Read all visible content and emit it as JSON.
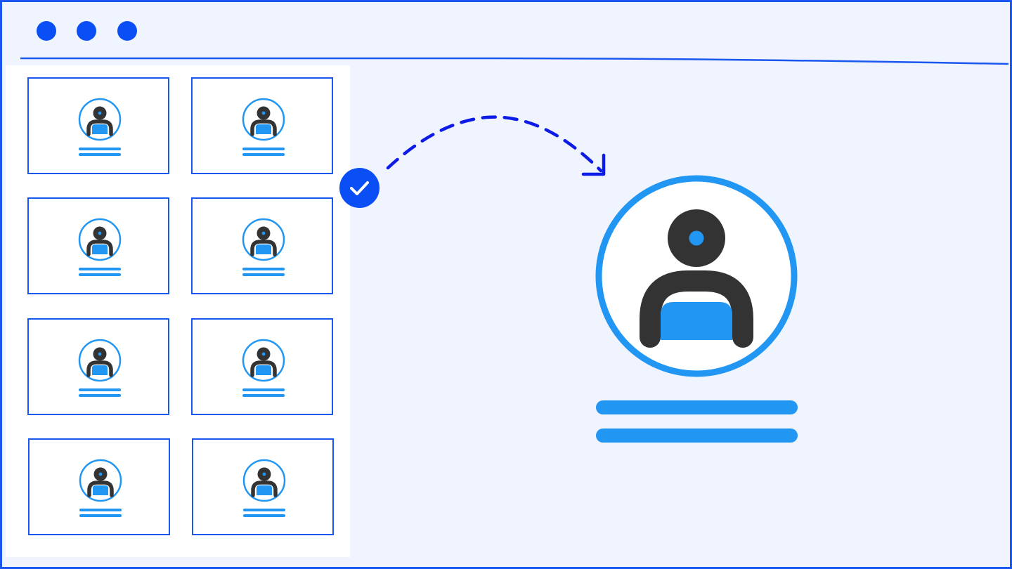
{
  "window": {
    "controls": [
      "window-control",
      "window-control",
      "window-control"
    ]
  },
  "colors": {
    "frame": "#1a56f0",
    "accent_blue": "#2196f3",
    "dark": "#333333",
    "background": "#f0f4fe",
    "dots": "#0a4ff5"
  },
  "sidebar": {
    "cards": [
      {
        "icon": "user-avatar-icon"
      },
      {
        "icon": "user-avatar-icon"
      },
      {
        "icon": "user-avatar-icon"
      },
      {
        "icon": "user-avatar-icon"
      },
      {
        "icon": "user-avatar-icon"
      },
      {
        "icon": "user-avatar-icon"
      },
      {
        "icon": "user-avatar-icon"
      },
      {
        "icon": "user-avatar-icon"
      }
    ]
  },
  "selection": {
    "badge_icon": "checkmark-icon",
    "arrow_icon": "dashed-arrow-icon"
  },
  "detail": {
    "avatar_icon": "user-avatar-icon"
  }
}
